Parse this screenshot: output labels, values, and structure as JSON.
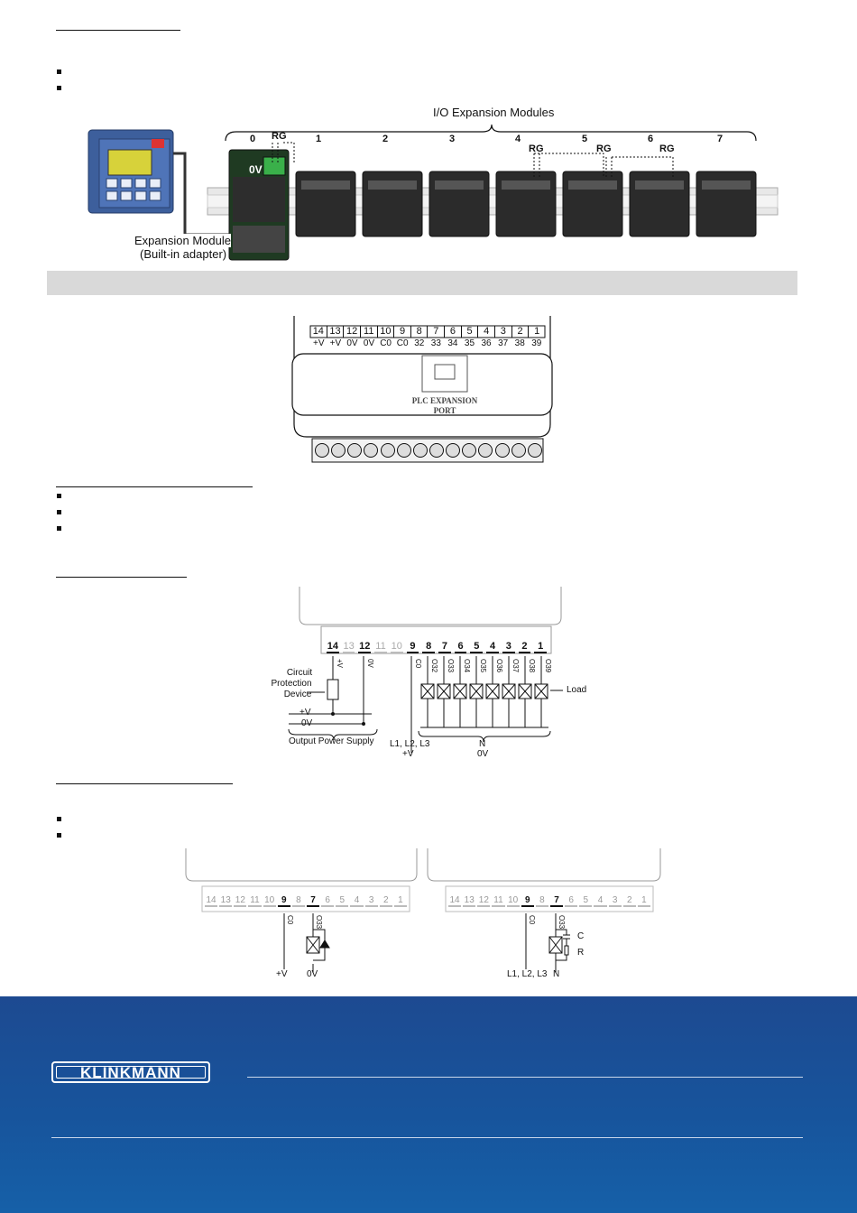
{
  "top_diagram": {
    "bracket_title": "I/O Expansion Modules",
    "module_numbers": [
      "0",
      "1",
      "2",
      "3",
      "4",
      "5",
      "6",
      "7"
    ],
    "rg_labels": [
      "RG",
      "RG",
      "RG",
      "RG"
    ],
    "ov_label": "0V",
    "expansion_module_label_line1": "Expansion Module",
    "expansion_module_label_line2": "(Built-in adapter)"
  },
  "terminal_diagram": {
    "numbers": [
      "14",
      "13",
      "12",
      "11",
      "10",
      "9",
      "8",
      "7",
      "6",
      "5",
      "4",
      "3",
      "2",
      "1"
    ],
    "signals": [
      "+V",
      "+V",
      "0V",
      "0V",
      "C0",
      "C0",
      "32",
      "33",
      "34",
      "35",
      "36",
      "37",
      "38",
      "39"
    ],
    "port_label_line1": "PLC EXPANSION",
    "port_label_line2": "PORT"
  },
  "wiring_diagram": {
    "numbers": [
      "14",
      "13",
      "12",
      "11",
      "10",
      "9",
      "8",
      "7",
      "6",
      "5",
      "4",
      "3",
      "2",
      "1"
    ],
    "vertical_labels": [
      "+V",
      "0V",
      "C0",
      "O32",
      "O33",
      "O34",
      "O35",
      "O36",
      "O37",
      "O38",
      "O39"
    ],
    "circuit_protection": [
      "Circuit",
      "Protection",
      "Device"
    ],
    "plus_v": "+V",
    "zero_v": "0V",
    "output_power_supply": "Output Power Supply",
    "load": "Load",
    "bottom_left_line1": "L1, L2, L3",
    "bottom_left_line2": "+V",
    "bottom_right_line1": "N",
    "bottom_right_line2": "0V"
  },
  "suppression_diagrams": {
    "numbers": [
      "14",
      "13",
      "12",
      "11",
      "10",
      "9",
      "8",
      "7",
      "6",
      "5",
      "4",
      "3",
      "2",
      "1"
    ],
    "c0": "C0",
    "o33": "O33",
    "left_plus_v": "+V",
    "left_zero_v": "0V",
    "right_l": "L1, L2, L3",
    "right_n": "N",
    "cap": "C",
    "res": "R"
  },
  "footer": {
    "logo_text": "KLINKMANN"
  }
}
